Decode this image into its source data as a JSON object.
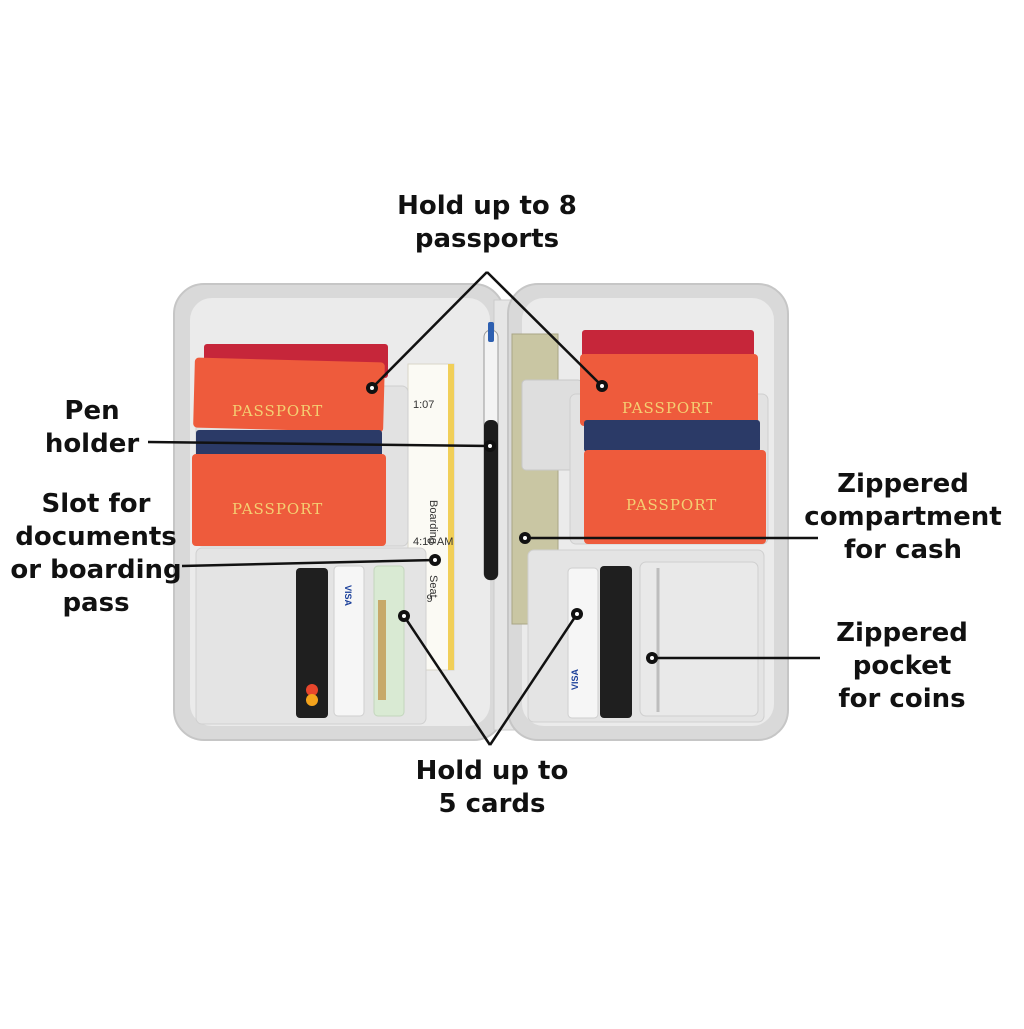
{
  "callouts": {
    "passports": [
      "Hold up to 8",
      "passports"
    ],
    "pen_holder": [
      "Pen",
      "holder"
    ],
    "documents_slot": [
      "Slot for",
      "documents",
      "or boarding",
      "pass"
    ],
    "cash_compartment": [
      "Zippered",
      "compartment",
      "for cash"
    ],
    "coin_pocket": [
      "Zippered",
      "pocket",
      "for coins"
    ],
    "cards": [
      "Hold up to",
      "5 cards"
    ]
  },
  "product": {
    "passport_text": "PASSPORT",
    "card_brand": "VISA",
    "boarding_pass_fragments": [
      "Boarding",
      "Seat",
      "4:10 AM",
      "A09",
      "1:07"
    ]
  },
  "colors": {
    "passport_red": "#ee5b3c",
    "passport_navy": "#2b3a67",
    "wallet_grey": "#dcdcdc",
    "wallet_lining": "#e9e9e9",
    "callout_line": "#111111",
    "cash_green": "#c9c6a3"
  }
}
